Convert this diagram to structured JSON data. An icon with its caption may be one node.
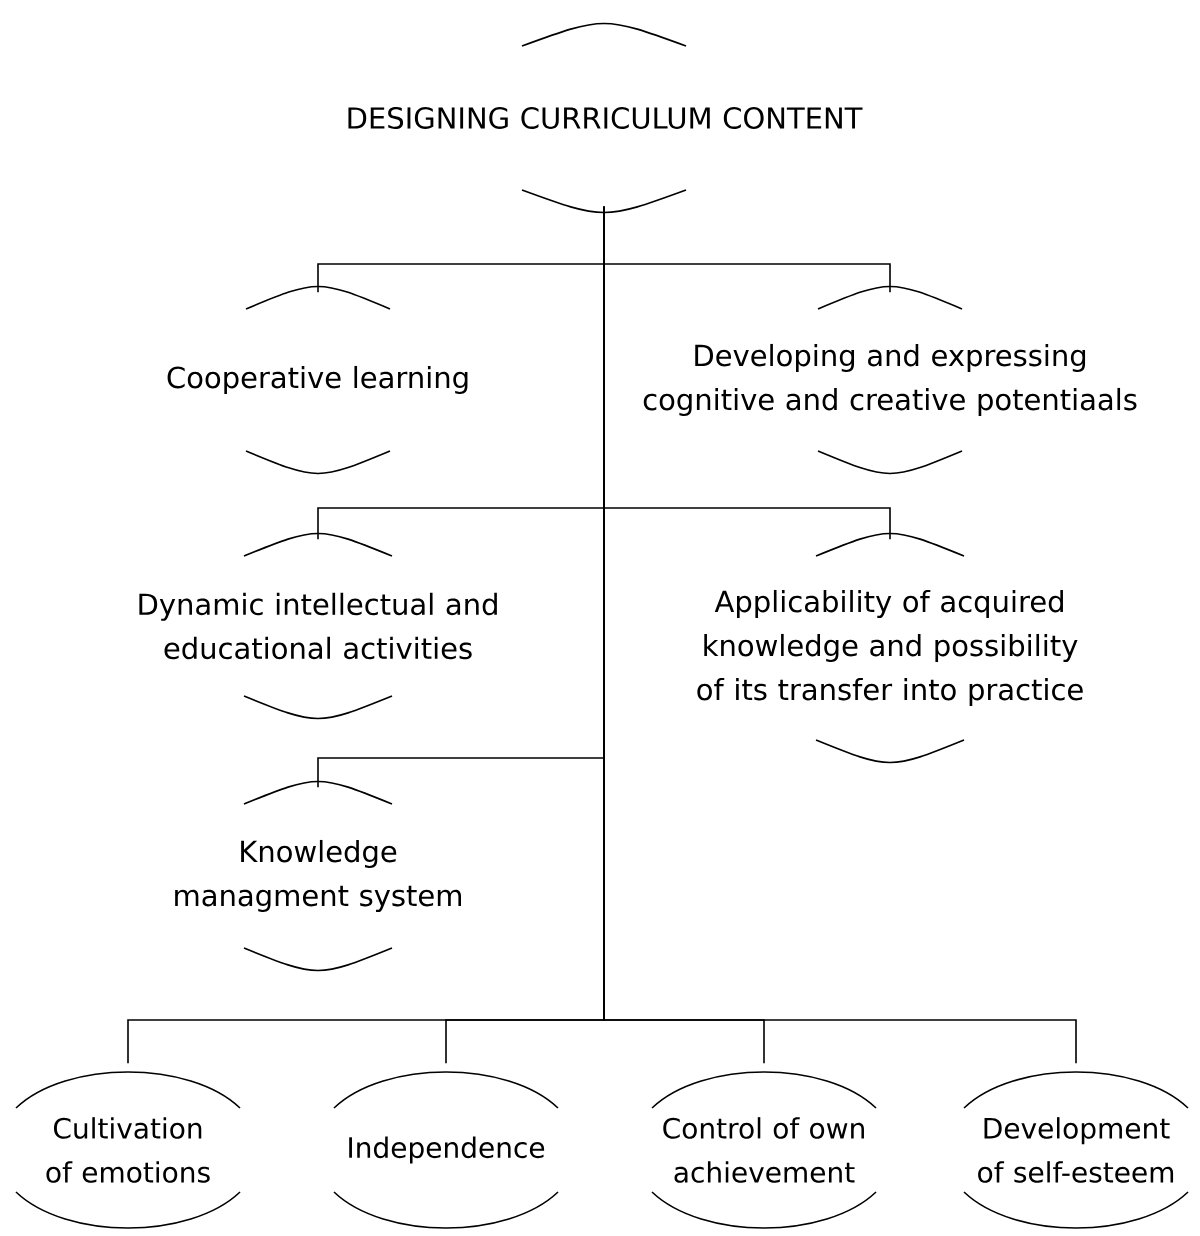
{
  "diagram": {
    "nodes": [
      {
        "text": [
          "DESIGNING CURRICULUM CONTENT"
        ]
      },
      {
        "text": [
          "Cooperative learning"
        ]
      },
      {
        "text": [
          "Developing and expressing cognitive and creative potentiaals"
        ]
      },
      {
        "text": [
          "Dynamic intellectual and educational activities"
        ]
      },
      {
        "text": [
          "Applicability of acquired knowledge and possibility of its transfer into practice"
        ]
      },
      {
        "text": [
          "Knowledge managment system"
        ]
      },
      {
        "text": [
          "Cultivation of emotions"
        ]
      },
      {
        "text": [
          "Independence"
        ]
      },
      {
        "text": [
          "Control of own achievement"
        ]
      },
      {
        "text": [
          "Development of self-esteem"
        ]
      }
    ],
    "edges": [
      {
        "from": 0,
        "to": 1,
        "arrow": "none"
      },
      {
        "from": 0,
        "to": 2,
        "arrow": "none"
      },
      {
        "from": 0,
        "to": 3,
        "arrow": "none"
      },
      {
        "from": 0,
        "to": 4,
        "arrow": "none"
      },
      {
        "from": 0,
        "to": 5,
        "arrow": "none"
      },
      {
        "from": 0,
        "to": 6,
        "arrow": "none"
      },
      {
        "from": 0,
        "to": 7,
        "arrow": "none"
      },
      {
        "from": 0,
        "to": 8,
        "arrow": "none"
      },
      {
        "from": 0,
        "to": 9,
        "arrow": "none"
      }
    ]
  }
}
